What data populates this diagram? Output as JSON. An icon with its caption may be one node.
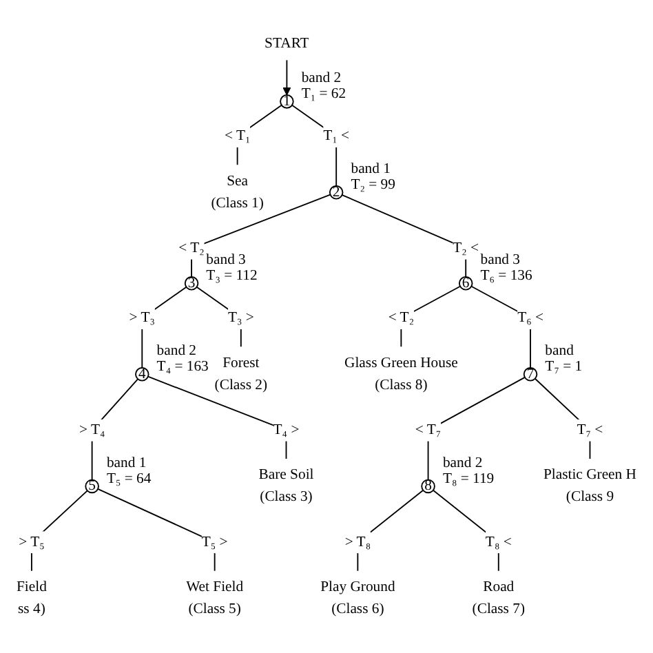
{
  "diagram": {
    "nodes": [
      {
        "text": [
          "START"
        ]
      },
      {
        "text": [
          "1"
        ],
        "beside": [
          "band 2",
          "T₁ = 62"
        ]
      },
      {
        "text": [
          "Sea",
          "(Class 1)"
        ]
      },
      {
        "text": [
          "2"
        ],
        "beside": [
          "band 1",
          "T₂ = 99"
        ]
      },
      {
        "text": [
          "3"
        ],
        "beside": [
          "band 3",
          "T₃ = 112"
        ]
      },
      {
        "text": [
          "6"
        ],
        "beside": [
          "band 3",
          "T₆ = 136"
        ]
      },
      {
        "text": [
          "4"
        ],
        "beside": [
          "band 2",
          "T₄ = 163"
        ]
      },
      {
        "text": [
          "Forest",
          "(Class 2)"
        ]
      },
      {
        "text": [
          "Glass Green House",
          "(Class 8)"
        ]
      },
      {
        "text": [
          "7"
        ],
        "beside": [
          "band",
          "T₇ = 1"
        ]
      },
      {
        "text": [
          "5"
        ],
        "beside": [
          "band 1",
          "T₅ = 64"
        ]
      },
      {
        "text": [
          "Bare Soil",
          "(Class 3)"
        ]
      },
      {
        "text": [
          "8"
        ],
        "beside": [
          "band 2",
          "T₈ = 119"
        ]
      },
      {
        "text": [
          "Plastic Green H",
          "(Class 9"
        ]
      },
      {
        "text": [
          "Field",
          "ss 4)"
        ]
      },
      {
        "text": [
          "Wet Field",
          "(Class 5)"
        ]
      },
      {
        "text": [
          "Play Ground",
          "(Class 6)"
        ]
      },
      {
        "text": [
          "Road",
          "(Class 7)"
        ]
      }
    ],
    "edges": [
      {
        "from": 0,
        "to": 1,
        "arrow": "to"
      },
      {
        "from": 1,
        "to": 2,
        "arrow": "none",
        "label": "< T₁"
      },
      {
        "from": 1,
        "to": 3,
        "arrow": "none",
        "label": "T₁ <"
      },
      {
        "from": 3,
        "to": 4,
        "arrow": "none",
        "label": "< T₂"
      },
      {
        "from": 3,
        "to": 5,
        "arrow": "none",
        "label": "T₂ <"
      },
      {
        "from": 4,
        "to": 6,
        "arrow": "none",
        "label": "> T₃"
      },
      {
        "from": 4,
        "to": 7,
        "arrow": "none",
        "label": "T₃ >"
      },
      {
        "from": 5,
        "to": 8,
        "arrow": "none",
        "label": "< T₂"
      },
      {
        "from": 5,
        "to": 9,
        "arrow": "none",
        "label": "T₆ <"
      },
      {
        "from": 6,
        "to": 10,
        "arrow": "none",
        "label": "> T₄"
      },
      {
        "from": 6,
        "to": 11,
        "arrow": "none",
        "label": "T₄ >"
      },
      {
        "from": 9,
        "to": 12,
        "arrow": "none",
        "label": "< T₇"
      },
      {
        "from": 9,
        "to": 13,
        "arrow": "none",
        "label": "T₇ <"
      },
      {
        "from": 10,
        "to": 14,
        "arrow": "none",
        "label": "> T₅"
      },
      {
        "from": 10,
        "to": 15,
        "arrow": "none",
        "label": "T₅ >"
      },
      {
        "from": 12,
        "to": 16,
        "arrow": "none",
        "label": "> T₈"
      },
      {
        "from": 12,
        "to": 17,
        "arrow": "none",
        "label": "T₈ <"
      }
    ]
  }
}
